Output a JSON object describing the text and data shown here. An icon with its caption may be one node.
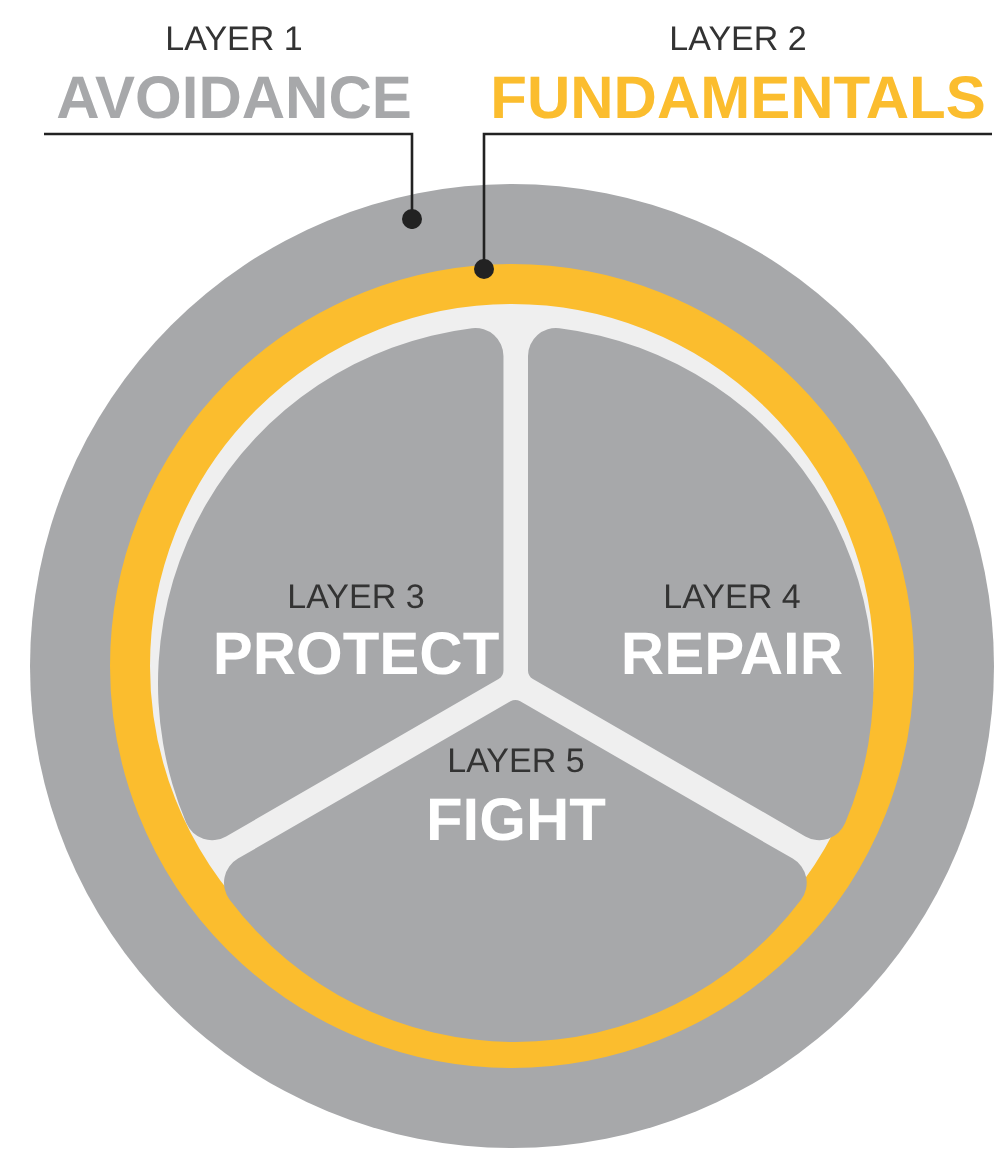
{
  "diagram": {
    "nodes": [
      {
        "text": [
          "LAYER 1",
          "AVOIDANCE"
        ]
      },
      {
        "text": [
          "LAYER 2",
          "FUNDAMENTALS"
        ]
      },
      {
        "text": [],
        "shape": "circle"
      },
      {
        "text": [],
        "shape": "circle",
        "in": 2
      },
      {
        "text": [
          "LAYER 3",
          "PROTECT"
        ],
        "in": 3
      },
      {
        "text": [
          "LAYER 4",
          "REPAIR"
        ],
        "in": 3
      },
      {
        "text": [
          "LAYER 5",
          "FIGHT"
        ],
        "in": 3
      }
    ],
    "edges": [
      {
        "from": 0,
        "to": 2,
        "arrow": "other"
      },
      {
        "from": 1,
        "to": 3,
        "arrow": "other"
      }
    ]
  }
}
